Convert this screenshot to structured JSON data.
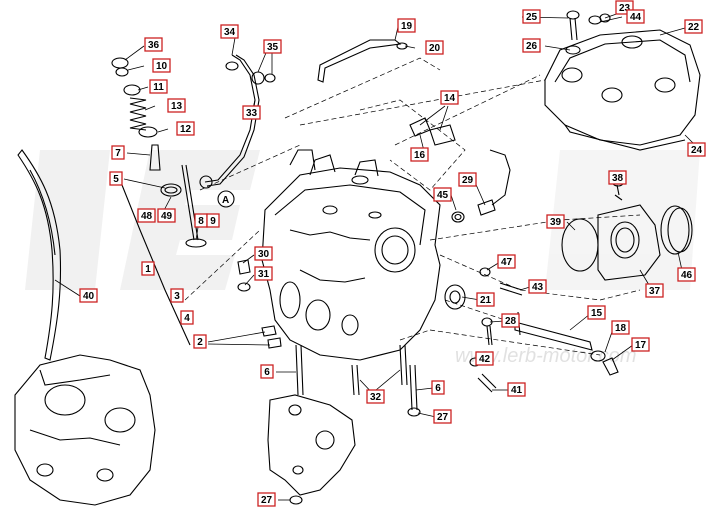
{
  "watermark": {
    "url": "www.lerb-motor.com"
  },
  "callouts": [
    {
      "id": "c1",
      "label": "1"
    },
    {
      "id": "c2",
      "label": "2"
    },
    {
      "id": "c3",
      "label": "3"
    },
    {
      "id": "c4",
      "label": "4"
    },
    {
      "id": "c5",
      "label": "5"
    },
    {
      "id": "c6a",
      "label": "6"
    },
    {
      "id": "c6b",
      "label": "6"
    },
    {
      "id": "c7",
      "label": "7"
    },
    {
      "id": "c8",
      "label": "8"
    },
    {
      "id": "c9",
      "label": "9"
    },
    {
      "id": "c10",
      "label": "10"
    },
    {
      "id": "c11",
      "label": "11"
    },
    {
      "id": "c12",
      "label": "12"
    },
    {
      "id": "c13",
      "label": "13"
    },
    {
      "id": "c14",
      "label": "14"
    },
    {
      "id": "c15",
      "label": "15"
    },
    {
      "id": "c16",
      "label": "16"
    },
    {
      "id": "c17",
      "label": "17"
    },
    {
      "id": "c18",
      "label": "18"
    },
    {
      "id": "c19",
      "label": "19"
    },
    {
      "id": "c20",
      "label": "20"
    },
    {
      "id": "c21",
      "label": "21"
    },
    {
      "id": "c22",
      "label": "22"
    },
    {
      "id": "c23",
      "label": "23"
    },
    {
      "id": "c24",
      "label": "24"
    },
    {
      "id": "c25",
      "label": "25"
    },
    {
      "id": "c26",
      "label": "26"
    },
    {
      "id": "c27a",
      "label": "27"
    },
    {
      "id": "c27b",
      "label": "27"
    },
    {
      "id": "c28",
      "label": "28"
    },
    {
      "id": "c29",
      "label": "29"
    },
    {
      "id": "c30",
      "label": "30"
    },
    {
      "id": "c31",
      "label": "31"
    },
    {
      "id": "c32",
      "label": "32"
    },
    {
      "id": "c33",
      "label": "33"
    },
    {
      "id": "c34",
      "label": "34"
    },
    {
      "id": "c35",
      "label": "35"
    },
    {
      "id": "c36",
      "label": "36"
    },
    {
      "id": "c37",
      "label": "37"
    },
    {
      "id": "c38",
      "label": "38"
    },
    {
      "id": "c39",
      "label": "39"
    },
    {
      "id": "c40",
      "label": "40"
    },
    {
      "id": "c41",
      "label": "41"
    },
    {
      "id": "c42",
      "label": "42"
    },
    {
      "id": "c43",
      "label": "43"
    },
    {
      "id": "c44",
      "label": "44"
    },
    {
      "id": "c45",
      "label": "45"
    },
    {
      "id": "c46",
      "label": "46"
    },
    {
      "id": "c47",
      "label": "47"
    },
    {
      "id": "c48",
      "label": "48"
    },
    {
      "id": "c49",
      "label": "49"
    }
  ],
  "ref_marker": {
    "label": "A"
  }
}
